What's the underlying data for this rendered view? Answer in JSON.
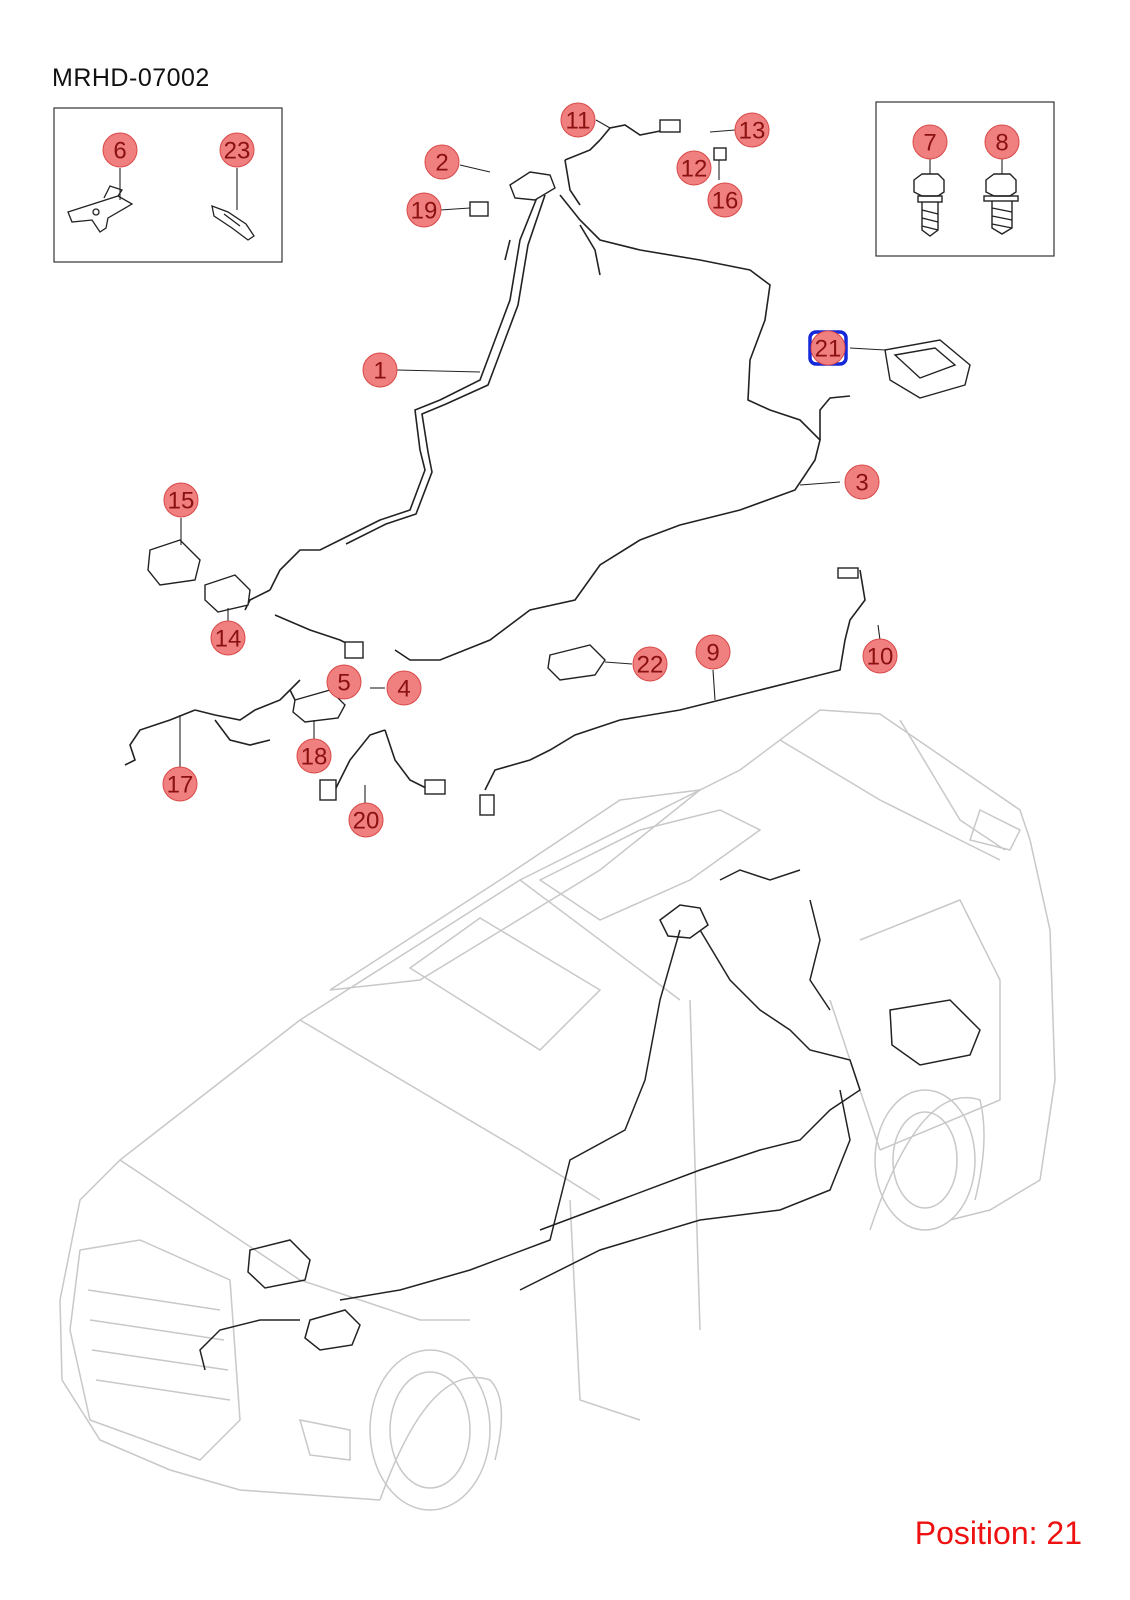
{
  "diagram": {
    "title": "MRHD-07002",
    "position_label": "Position: 21",
    "colors": {
      "callout_fill": "#f08080",
      "callout_stroke": "#d94848",
      "callout_text": "#8b1010",
      "highlight_stroke": "#1428d8",
      "position_text": "#ee1111",
      "line": "#222222",
      "vehicle_line": "#c8c8c8"
    },
    "highlighted": "21"
  },
  "callouts": [
    {
      "label": "1"
    },
    {
      "label": "2"
    },
    {
      "label": "3"
    },
    {
      "label": "4"
    },
    {
      "label": "5"
    },
    {
      "label": "6"
    },
    {
      "label": "7"
    },
    {
      "label": "8"
    },
    {
      "label": "9"
    },
    {
      "label": "10"
    },
    {
      "label": "11"
    },
    {
      "label": "12"
    },
    {
      "label": "13"
    },
    {
      "label": "14"
    },
    {
      "label": "15"
    },
    {
      "label": "16"
    },
    {
      "label": "17"
    },
    {
      "label": "18"
    },
    {
      "label": "19"
    },
    {
      "label": "20"
    },
    {
      "label": "21"
    },
    {
      "label": "22"
    },
    {
      "label": "23"
    }
  ]
}
